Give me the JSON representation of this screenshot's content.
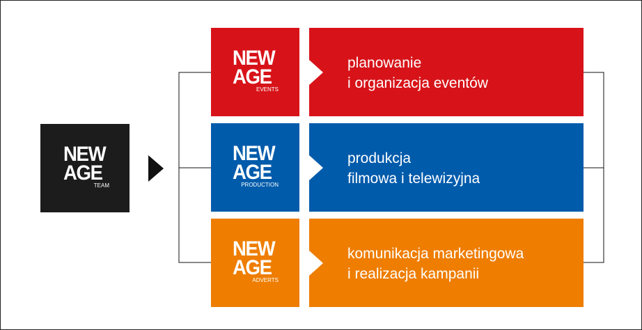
{
  "team": {
    "logo_line1": "NEW",
    "logo_line2": "AGE",
    "logo_sub": "TEAM",
    "color": "#1c1c1c"
  },
  "divisions": [
    {
      "logo_line1": "NEW",
      "logo_line2": "AGE",
      "logo_sub": "EVENTS",
      "desc_line1": "planowanie",
      "desc_line2": "i organizacja eventów",
      "color": "#d71319"
    },
    {
      "logo_line1": "NEW",
      "logo_line2": "AGE",
      "logo_sub": "PRODUCTION",
      "desc_line1": "produkcja",
      "desc_line2": "filmowa i telewizyjna",
      "color": "#005bab"
    },
    {
      "logo_line1": "NEW",
      "logo_line2": "AGE",
      "logo_sub": "ADVERTS",
      "desc_line1": "komunikacja marketingowa",
      "desc_line2": "i realizacja kampanii",
      "color": "#ee7d00"
    }
  ]
}
